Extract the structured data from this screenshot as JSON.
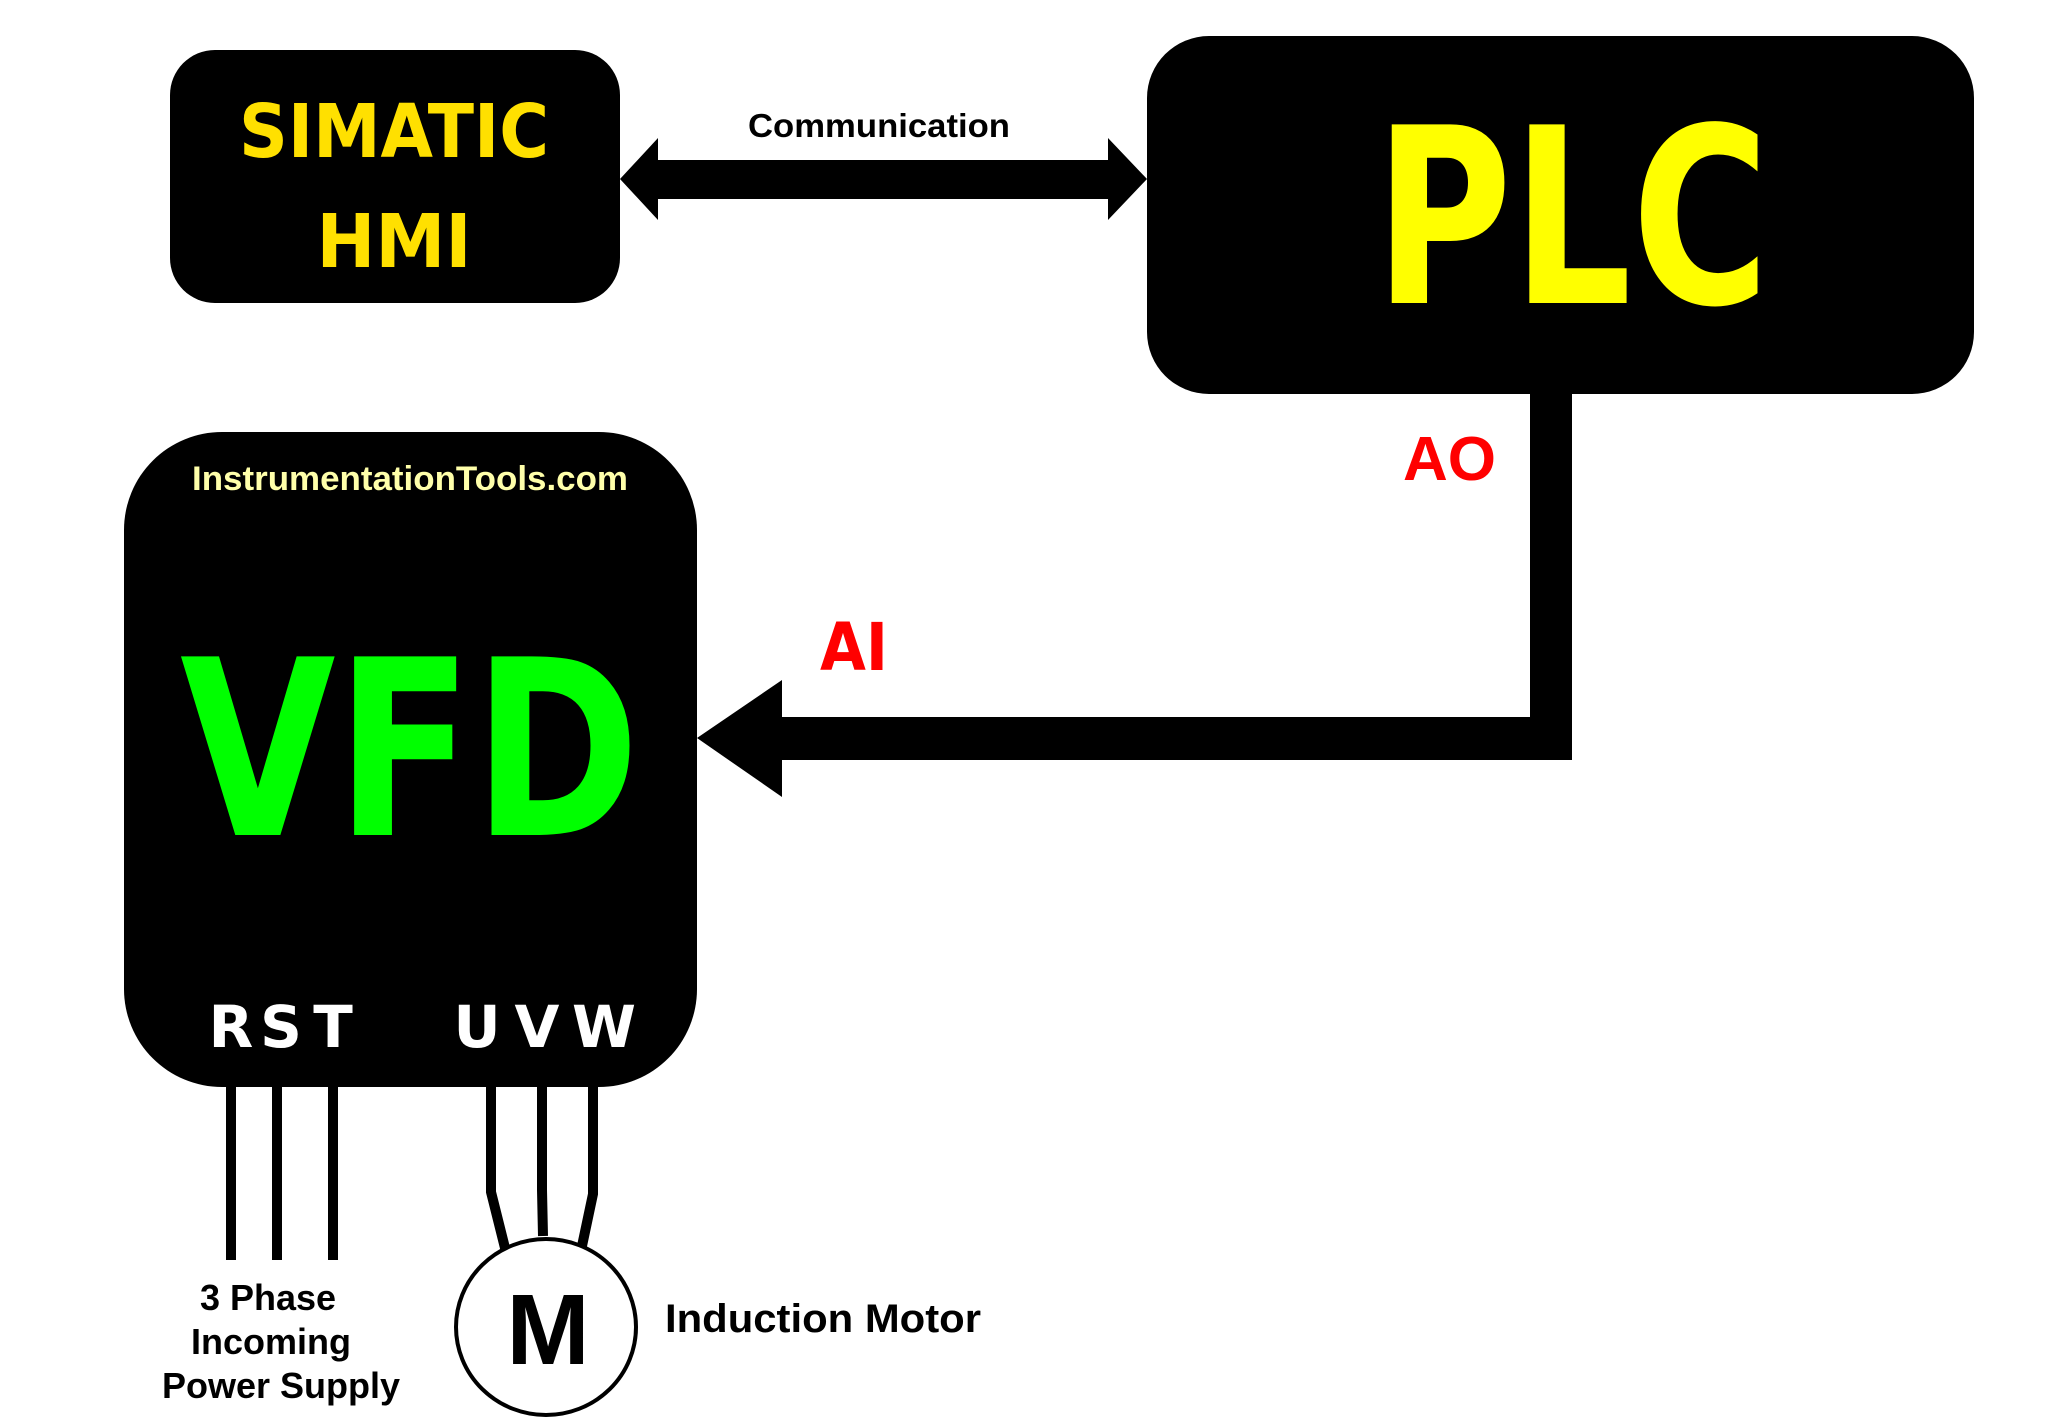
{
  "hmi": {
    "line1": "SIMATIC",
    "line2": "HMI",
    "text_color": "#FFE000"
  },
  "communication": {
    "label": "Communication"
  },
  "plc": {
    "label": "PLC",
    "text_color": "#FFFF00"
  },
  "signals": {
    "output_label": "AO",
    "input_label": "AI",
    "color": "#FF0000"
  },
  "vfd": {
    "watermark": "InstrumentationTools.com",
    "watermark_color": "#FFFFAA",
    "label": "VFD",
    "text_color": "#00FF00",
    "input_terminals": [
      "R",
      "S",
      "T"
    ],
    "output_terminals": [
      "U",
      "V",
      "W"
    ]
  },
  "supply": {
    "lines": [
      "3 Phase",
      "Incoming",
      "Power Supply"
    ]
  },
  "motor": {
    "symbol": "M",
    "label": "Induction Motor"
  }
}
